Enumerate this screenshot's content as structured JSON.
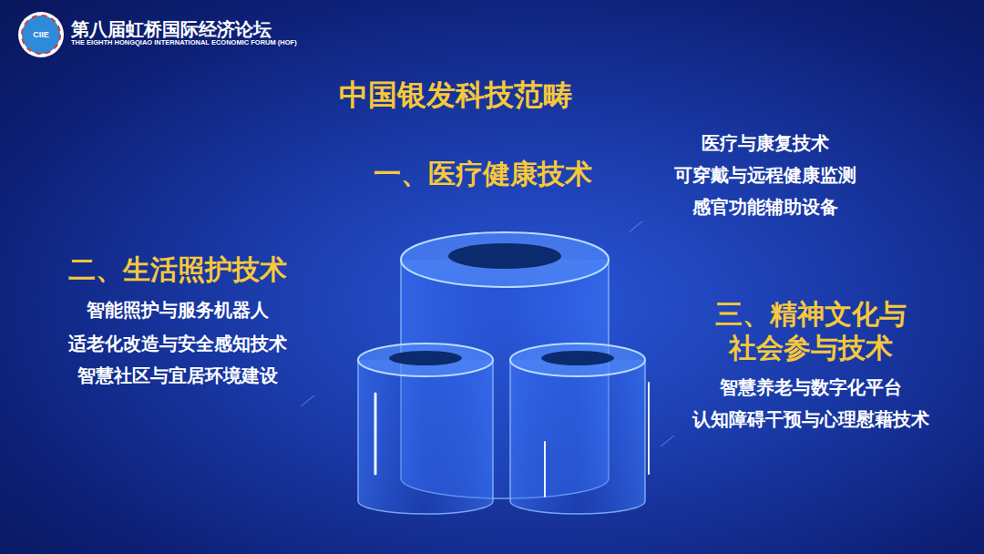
{
  "diagram": {
    "title": "中国银发科技范畴",
    "nodes": [
      {
        "text": [
          "一、医疗健康技术",
          "医疗与康复技术",
          "可穿戴与远程健康监测",
          "感官功能辅助设备"
        ]
      },
      {
        "text": [
          "二、生活照护技术",
          "智能照护与服务机器人",
          "适老化改造与安全感知技术",
          "智慧社区与宜居环境建设"
        ]
      },
      {
        "text": [
          "三、精神文化与 社会参与技术",
          "智慧养老与数字化平台",
          "认知障碍干预与心理慰藉技术"
        ]
      }
    ],
    "labels": [
      "第八届虹桥国际经济论坛",
      "THE EIGHTH HONGQIAO INTERNATIONAL ECONOMIC FORUM (HOF)",
      "CIIE"
    ]
  }
}
